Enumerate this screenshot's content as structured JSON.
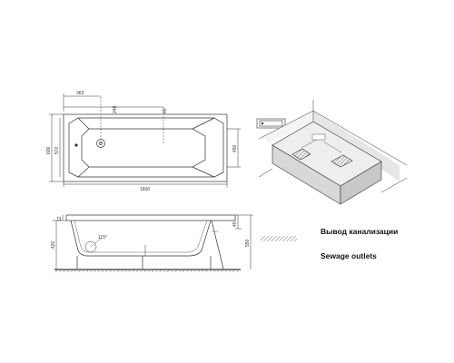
{
  "dimensions": {
    "top_offset_363": "363",
    "top_drain_248": "248",
    "top_depth_60": "60",
    "top_width_570": "570",
    "top_width_600": "600",
    "top_right_450": "450",
    "top_length_1600": "1600",
    "side_12": "12",
    "side_height_420": "420",
    "side_angle": "115°",
    "side_40": "40",
    "side_height_550": "550"
  },
  "legend": {
    "ru": "Вывод канализации",
    "en": "Sewage outlets"
  },
  "colors": {
    "line": "#333333",
    "hatch": "#777777",
    "wall": "#d0d0d0"
  }
}
